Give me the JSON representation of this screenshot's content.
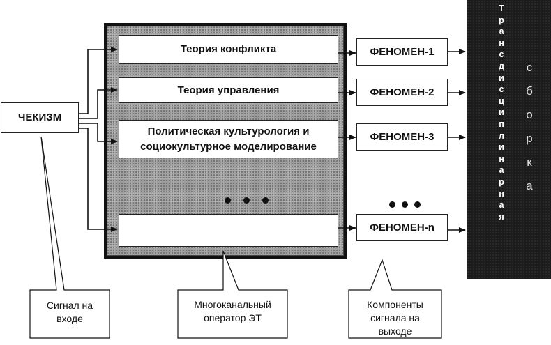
{
  "input": {
    "label": "ЧЕКИЗМ"
  },
  "operator": {
    "channels": [
      "Теория конфликта",
      "Теория управления",
      "Политическая культурология и социокультурное моделирование",
      ""
    ]
  },
  "outputs": [
    "ФЕНОМЕН-1",
    "ФЕНОМЕН-2",
    "ФЕНОМЕН-3",
    "ФЕНОМЕН-n"
  ],
  "synthesis": {
    "word1": "Трансдисциплинарная",
    "word2": "сборка"
  },
  "callouts": {
    "input_signal": "Сигнал на входе",
    "operator": "Многоканальный оператор ЭТ",
    "output_components": "Компоненты сигнала на выходе"
  },
  "colors": {
    "operator_fill": "#9a9a9a",
    "assembly_fill": "#1c1c1c",
    "line": "#111111"
  }
}
